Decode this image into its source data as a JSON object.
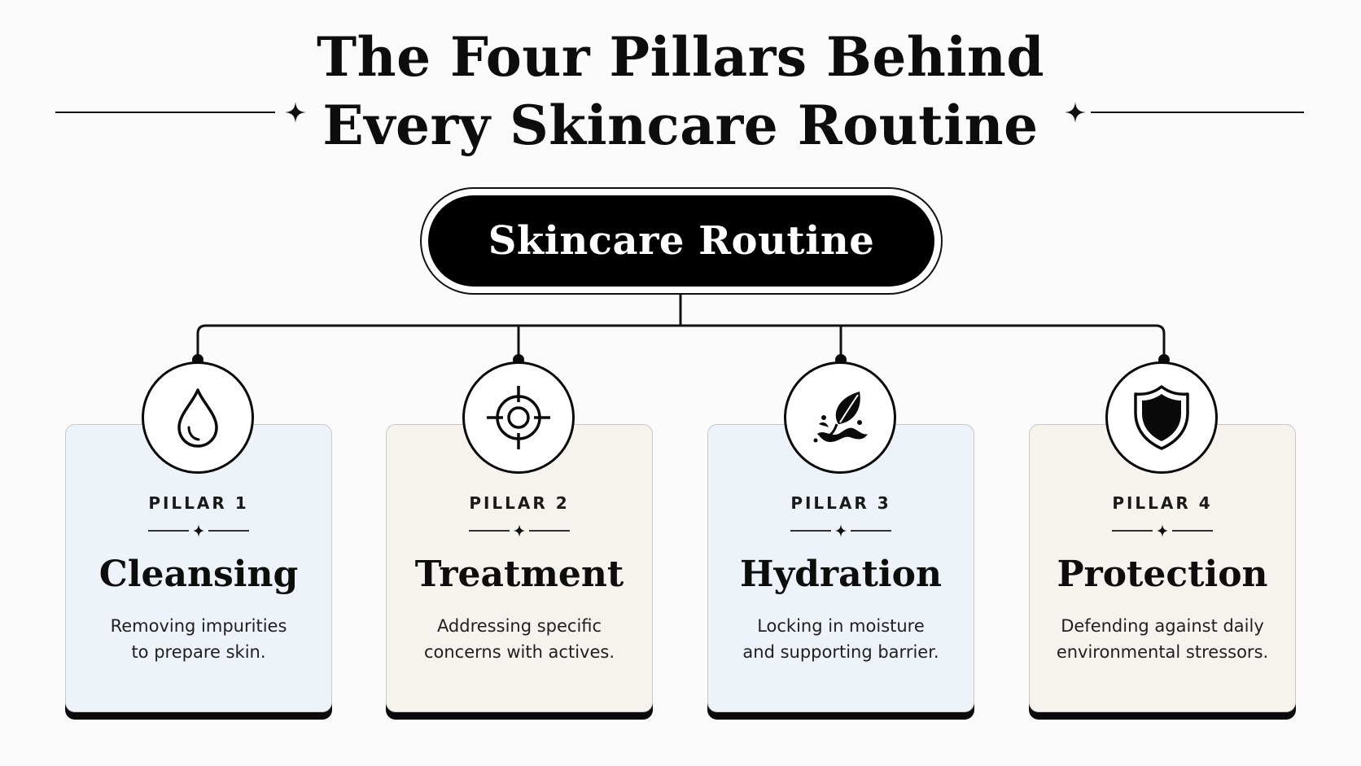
{
  "title": {
    "line1": "The Four Pillars Behind",
    "line2": "Every Skincare Routine"
  },
  "root": {
    "label": "Skincare Routine"
  },
  "pillars": [
    {
      "number": "PILLAR 1",
      "name": "Cleansing",
      "desc1": "Removing impurities",
      "desc2": "to prepare skin.",
      "icon": "water-drop-icon",
      "tint": "#eef2f9"
    },
    {
      "number": "PILLAR 2",
      "name": "Treatment",
      "desc1": "Addressing specific",
      "desc2": "concerns with actives.",
      "icon": "target-crosshair-icon",
      "tint": "#f6f3ef"
    },
    {
      "number": "PILLAR 3",
      "name": "Hydration",
      "desc1": "Locking in moisture",
      "desc2": "and supporting barrier.",
      "icon": "leaf-splash-icon",
      "tint": "#eef2f9"
    },
    {
      "number": "PILLAR 4",
      "name": "Protection",
      "desc1": "Defending against daily",
      "desc2": "environmental stressors.",
      "icon": "shield-icon",
      "tint": "#f6f3ef"
    }
  ],
  "colors": {
    "ink": "#0a0a0a",
    "background": "#fbfbfb",
    "card_blue": "#eef2f9",
    "card_beige": "#f6f3ef"
  }
}
